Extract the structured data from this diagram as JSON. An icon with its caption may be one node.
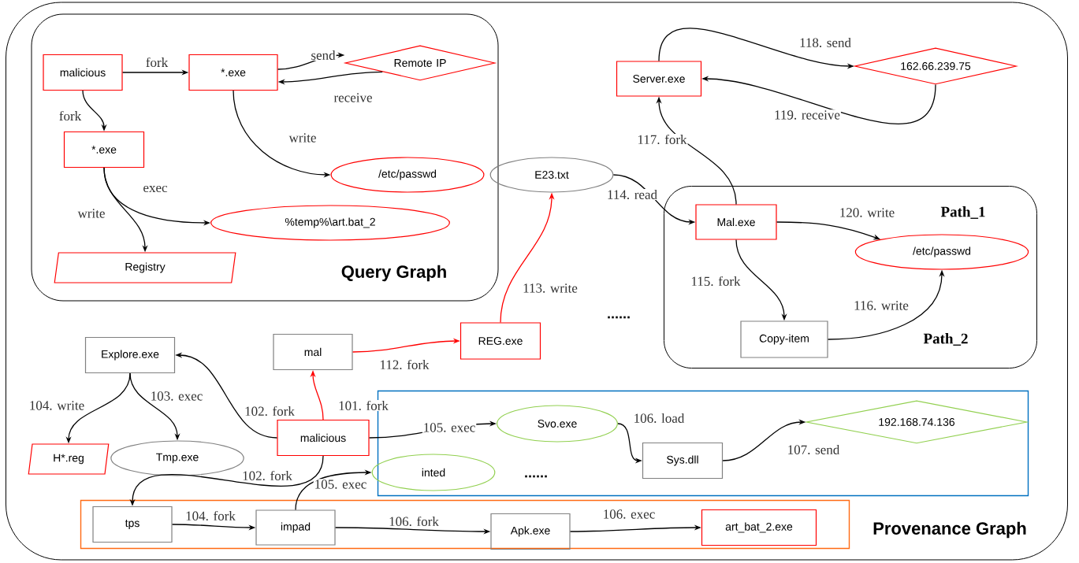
{
  "diagram": {
    "nodes": [
      {
        "text": [
          "Provenance Graph"
        ]
      },
      {
        "text": [
          "Query Graph"
        ],
        "in": 0
      },
      {
        "text": [
          "malicious"
        ],
        "in": 1
      },
      {
        "text": [
          "*.exe"
        ],
        "in": 1
      },
      {
        "text": [
          "Remote IP"
        ],
        "in": 1
      },
      {
        "text": [
          "*.exe"
        ],
        "in": 1
      },
      {
        "text": [
          "/etc/passwd"
        ],
        "in": 1
      },
      {
        "text": [
          "%temp%\\art.bat_2"
        ],
        "in": 1
      },
      {
        "text": [
          "Registry"
        ],
        "in": 1
      },
      {
        "text": [
          "Server.exe"
        ],
        "in": 0
      },
      {
        "text": [
          "162.66.239.75"
        ],
        "in": 0
      },
      {
        "text": [
          "E23.txt"
        ],
        "in": 0
      },
      {
        "text": [
          "Path_1",
          "Path_2"
        ],
        "in": 0
      },
      {
        "text": [
          "Mal.exe"
        ],
        "in": 12
      },
      {
        "text": [
          "/etc/passwd"
        ],
        "in": 12
      },
      {
        "text": [
          "Copy-item"
        ],
        "in": 12
      },
      {
        "text": [
          "mal"
        ],
        "in": 0
      },
      {
        "text": [
          "REG.exe"
        ],
        "in": 0
      },
      {
        "text": [
          "Explore.exe"
        ],
        "in": 0
      },
      {
        "text": [
          "H*.reg"
        ],
        "in": 0
      },
      {
        "text": [
          "Tmp.exe"
        ],
        "in": 0
      },
      {
        "text": [
          "malicious"
        ],
        "in": 0
      },
      {
        "text": [],
        "shape": "box",
        "in": 0
      },
      {
        "text": [
          "Svo.exe"
        ],
        "in": 22
      },
      {
        "text": [
          "Sys.dll"
        ],
        "in": 22
      },
      {
        "text": [
          "192.168.74.136"
        ],
        "in": 22
      },
      {
        "text": [
          "inted"
        ],
        "in": 22
      },
      {
        "text": [],
        "shape": "box",
        "in": 0
      },
      {
        "text": [
          "tps"
        ],
        "in": 27
      },
      {
        "text": [
          "impad"
        ],
        "in": 27
      },
      {
        "text": [
          "Apk.exe"
        ],
        "in": 27
      },
      {
        "text": [
          "art_bat_2.exe"
        ],
        "in": 27
      }
    ],
    "edges": [
      {
        "from": 2,
        "to": 3,
        "arrow": "to",
        "label": "fork"
      },
      {
        "from": 2,
        "to": 5,
        "arrow": "to",
        "label": "fork"
      },
      {
        "from": 3,
        "to": 4,
        "arrow": "to",
        "label": "send"
      },
      {
        "from": 4,
        "to": 3,
        "arrow": "to",
        "label": "receive"
      },
      {
        "from": 3,
        "to": 6,
        "arrow": "to",
        "label": "write"
      },
      {
        "from": 5,
        "to": 7,
        "arrow": "to",
        "label": "exec"
      },
      {
        "from": 5,
        "to": 8,
        "arrow": "to",
        "label": "write"
      },
      {
        "from": 9,
        "to": 10,
        "arrow": "to",
        "label": "118. send"
      },
      {
        "from": 10,
        "to": 9,
        "arrow": "to",
        "label": "119. receive"
      },
      {
        "from": 13,
        "to": 9,
        "arrow": "to",
        "label": "117. fork"
      },
      {
        "from": 11,
        "to": 13,
        "arrow": "to",
        "label": "114. read"
      },
      {
        "from": 13,
        "to": 14,
        "arrow": "to",
        "label": "120. write"
      },
      {
        "from": 13,
        "to": 15,
        "arrow": "to",
        "label": "115. fork"
      },
      {
        "from": 15,
        "to": 14,
        "arrow": "to",
        "label": "116. write"
      },
      {
        "from": 17,
        "to": 11,
        "arrow": "to",
        "label": "113. write",
        "color": "#ff0000"
      },
      {
        "from": 16,
        "to": 17,
        "arrow": "to",
        "label": "112. fork",
        "color": "#ff0000"
      },
      {
        "from": 21,
        "to": 16,
        "arrow": "to",
        "label": "101. fork",
        "color": "#ff0000"
      },
      {
        "from": 21,
        "to": 18,
        "arrow": "to",
        "label": "102. fork"
      },
      {
        "from": 18,
        "to": 19,
        "arrow": "to",
        "label": "104. write"
      },
      {
        "from": 18,
        "to": 20,
        "arrow": "to",
        "label": "103. exec"
      },
      {
        "from": 21,
        "to": 23,
        "arrow": "to",
        "label": "105. exec"
      },
      {
        "from": 23,
        "to": 24,
        "arrow": "to",
        "label": "106. load"
      },
      {
        "from": 24,
        "to": 25,
        "arrow": "to",
        "label": "107. send"
      },
      {
        "from": 21,
        "to": 28,
        "arrow": "to",
        "label": "102. fork"
      },
      {
        "from": 28,
        "to": 29,
        "arrow": "to",
        "label": "104. fork"
      },
      {
        "from": 29,
        "to": 26,
        "arrow": "to",
        "label": "105. exec"
      },
      {
        "from": 29,
        "to": 30,
        "arrow": "to",
        "label": "106. fork"
      },
      {
        "from": 30,
        "to": 31,
        "arrow": "to",
        "label": "106. exec"
      }
    ],
    "labels": [
      "......",
      "......"
    ]
  }
}
